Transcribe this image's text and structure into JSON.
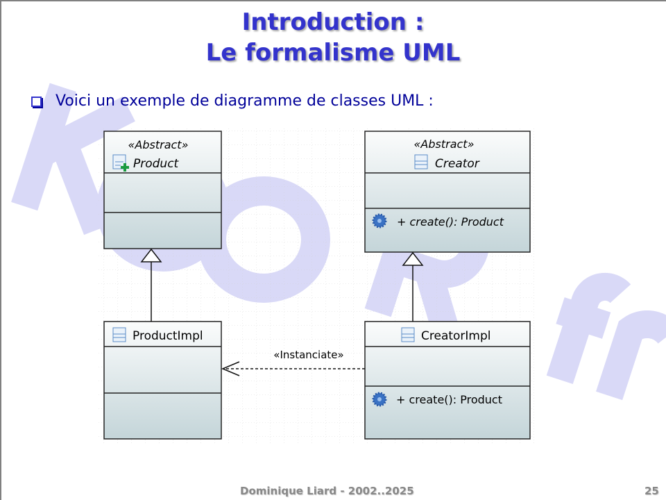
{
  "title": {
    "line1": "Introduction :",
    "line2": "Le formalisme UML"
  },
  "bullet": {
    "text": "Voici un exemple de diagramme de classes UML :"
  },
  "watermark": {
    "text": "KooR.fr"
  },
  "diagram": {
    "classes": [
      {
        "stereotype": "«Abstract»",
        "name": "Product",
        "icon": "abstract-class-icon",
        "operations": []
      },
      {
        "stereotype": "«Abstract»",
        "name": "Creator",
        "icon": "class-icon",
        "operations": [
          "+ create(): Product"
        ]
      },
      {
        "name": "ProductImpl",
        "icon": "class-icon",
        "operations": []
      },
      {
        "name": "CreatorImpl",
        "icon": "class-icon",
        "operations": [
          "+ create(): Product"
        ]
      }
    ],
    "dependency_label": "«Instanciate»"
  },
  "footer": {
    "author": "Dominique Liard - 2002..2025",
    "page": "25"
  },
  "colors": {
    "title": "#3333cc",
    "text": "#000099",
    "watermark": "#d9d9f7"
  }
}
